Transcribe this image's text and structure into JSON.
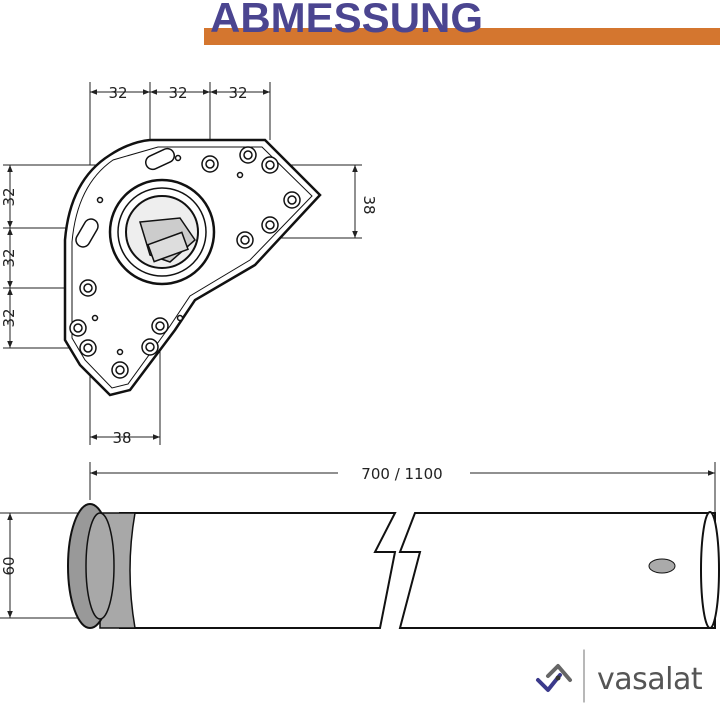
{
  "header": {
    "title": "ABMESSUNG",
    "title_color": "#4b4590",
    "bar_color": "#d4762f"
  },
  "bracket": {
    "top_dims": [
      "32",
      "32",
      "32"
    ],
    "left_dims": [
      "32",
      "32",
      "32"
    ],
    "right_dim": "38",
    "bottom_dim": "38"
  },
  "tube": {
    "length_dim": "700 / 1100",
    "diameter_dim": "60"
  },
  "logo": {
    "text": "vasalat"
  }
}
